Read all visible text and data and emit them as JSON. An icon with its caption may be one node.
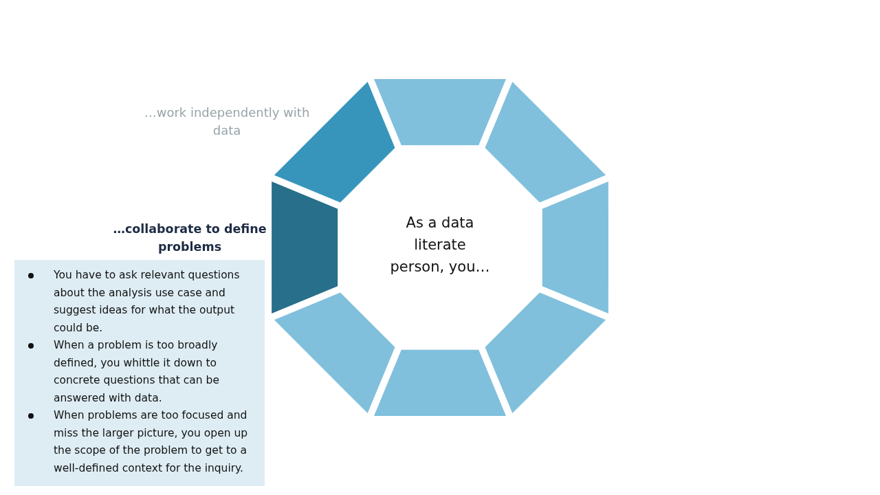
{
  "diagram": {
    "nodes": [
      {
        "text": [],
        "shape": "trapezoid"
      },
      {
        "text": [],
        "shape": "trapezoid"
      },
      {
        "text": [],
        "shape": "trapezoid"
      },
      {
        "text": [],
        "shape": "trapezoid"
      },
      {
        "text": [],
        "shape": "trapezoid"
      },
      {
        "text": [],
        "shape": "trapezoid"
      },
      {
        "text": [],
        "shape": "trapezoid"
      },
      {
        "text": [],
        "shape": "trapezoid"
      },
      {
        "text": [
          "As a data literate person, you…"
        ]
      },
      {
        "text": [
          "…collaborate to define problems",
          "You have to ask relevant questions about the analysis use case and suggest ideas for what the output could be.",
          "When a problem is too broadly defined, you whittle it down to concrete questions that can be answered with data.",
          "When problems are too focused and miss the larger picture, you open up the scope of the problem to get to a well-defined context for the inquiry."
        ]
      }
    ],
    "labels": [
      "…work independently with data"
    ]
  }
}
